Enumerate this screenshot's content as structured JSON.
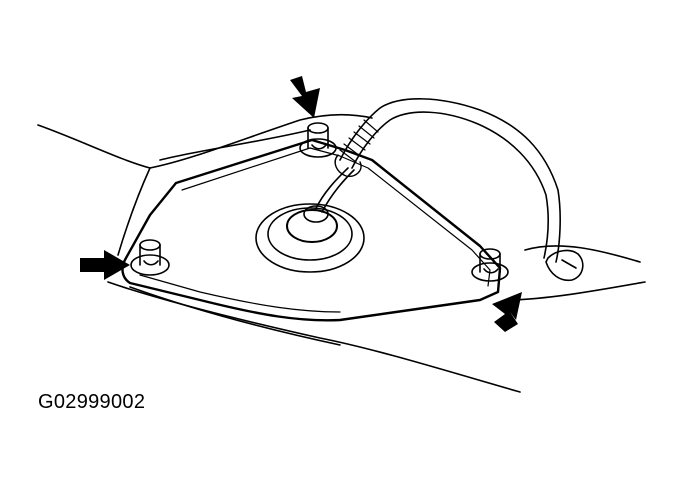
{
  "figure": {
    "code": "G02999002",
    "colors": {
      "line": "#000000",
      "background": "#ffffff"
    },
    "callouts": [
      "arrow-top-nut",
      "arrow-left-nut",
      "arrow-right-nut"
    ]
  }
}
